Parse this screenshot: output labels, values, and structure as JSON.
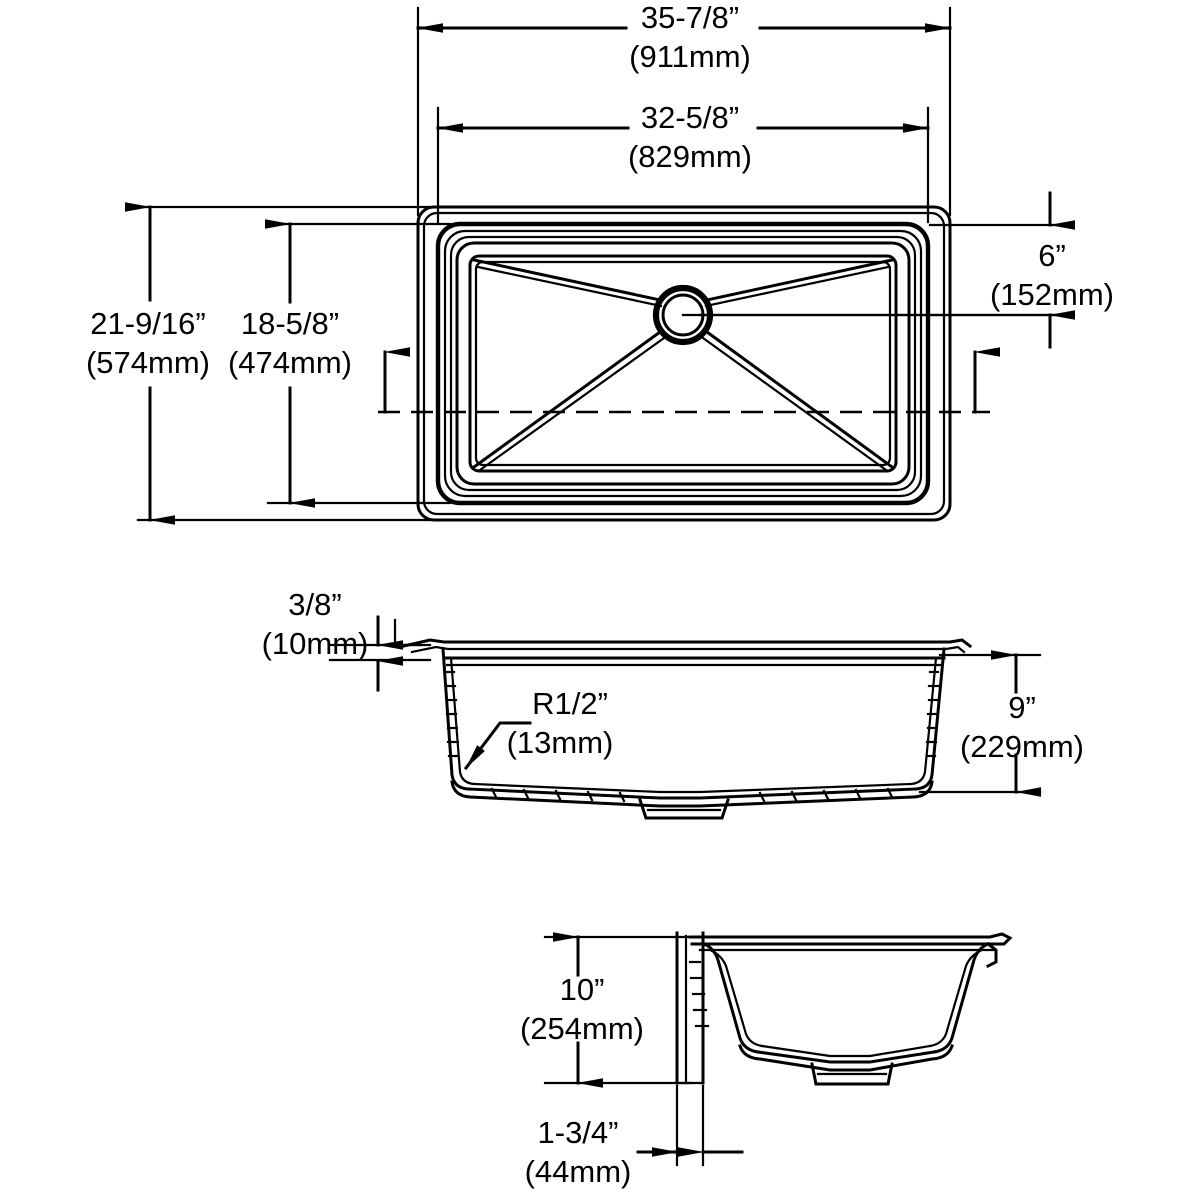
{
  "document": {
    "kind": "technical-specification-drawing",
    "subject": "undermount-single-bowl-sink",
    "background_color": "#ffffff",
    "line_color": "#000000"
  },
  "views": [
    {
      "id": "top-view",
      "label": "plan-view"
    },
    {
      "id": "front-elevation",
      "label": "front-section-view"
    },
    {
      "id": "side-section",
      "label": "side-section-view"
    }
  ],
  "dimensions": {
    "overall_width": {
      "imperial": "35-7/8”",
      "metric": "(911mm)",
      "view": "top-view",
      "orientation": "horizontal"
    },
    "bowl_width": {
      "imperial": "32-5/8”",
      "metric": "(829mm)",
      "view": "top-view",
      "orientation": "horizontal"
    },
    "overall_depth": {
      "imperial": "21-9/16”",
      "metric": "(574mm)",
      "view": "top-view",
      "orientation": "vertical"
    },
    "bowl_depth": {
      "imperial": "18-5/8”",
      "metric": "(474mm)",
      "view": "top-view",
      "orientation": "vertical"
    },
    "drain_offset": {
      "imperial": "6”",
      "metric": "(152mm)",
      "view": "top-view",
      "orientation": "vertical"
    },
    "rim_thickness": {
      "imperial": "3/8”",
      "metric": "(10mm)",
      "view": "front-elevation",
      "orientation": "vertical"
    },
    "corner_radius": {
      "imperial": "R1/2”",
      "metric": "(13mm)",
      "view": "front-elevation",
      "orientation": "leader"
    },
    "bowl_height": {
      "imperial": "9”",
      "metric": "(229mm)",
      "view": "front-elevation",
      "orientation": "vertical"
    },
    "side_height": {
      "imperial": "10”",
      "metric": "(254mm)",
      "view": "side-section",
      "orientation": "vertical"
    },
    "mount_thickness": {
      "imperial": "1-3/4”",
      "metric": "(44mm)",
      "view": "side-section",
      "orientation": "horizontal"
    }
  }
}
